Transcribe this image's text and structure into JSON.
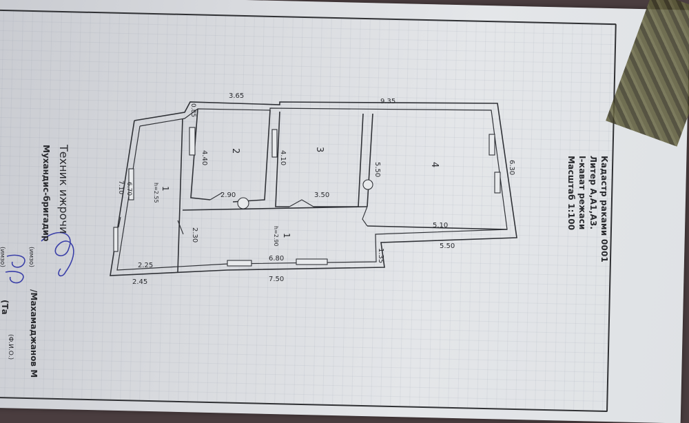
{
  "title": {
    "line1": "Кадастр раками 0001",
    "line2": "Литер А,А1,А3.",
    "line3": "I-кават режаси",
    "line4": "Масштаб 1:100"
  },
  "signatures": {
    "technician_label": "Техник ижрочи",
    "brigadier_label": "Мухандис-бригадир",
    "name_value": "/Махамаджанов М",
    "name_value_2": "(Та",
    "sig_caption": "(имзо)",
    "sig_caption_2": "(имзо)",
    "fio_caption": "(Ф.И.О.)"
  },
  "rooms": [
    {
      "id": "room-1-left",
      "number": "1",
      "height": "h=2.55"
    },
    {
      "id": "room-2",
      "number": "2"
    },
    {
      "id": "room-3",
      "number": "3"
    },
    {
      "id": "room-4",
      "number": "4"
    },
    {
      "id": "room-1-bottom",
      "number": "1",
      "height": "h=2.90"
    }
  ],
  "dimensions": {
    "d365": "3.65",
    "d935": "9.35",
    "d085": "0.85",
    "d440": "4.40",
    "d410": "4.10",
    "d550v": "5.50",
    "d630": "6.30",
    "d670": "6.70",
    "d710": "7.10",
    "d290": "2.90",
    "d350": "3.50",
    "d510": "5.10",
    "d550h": "5.50",
    "d230": "2.30",
    "d680": "6.80",
    "d135": "1.35",
    "d225": "2.25",
    "d245": "2.45",
    "d750": "7.50"
  },
  "colors": {
    "ink": "#2a2b2f",
    "signature_ink": "#3a3fa8",
    "paper": "#dcdee2"
  }
}
